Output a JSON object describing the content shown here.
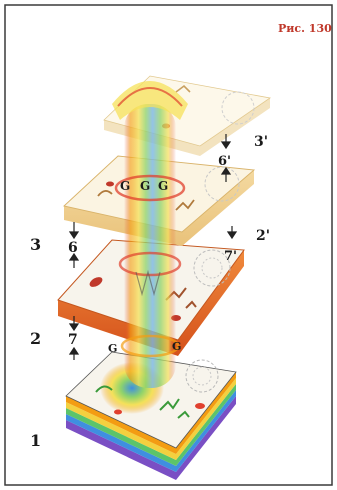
{
  "figure_caption": "Рис. 130",
  "labels": {
    "layer_1": "1",
    "layer_2": "2",
    "layer_3": "3",
    "gap_6": "6",
    "gap_7": "7",
    "gap_6_prime": "6'",
    "gap_7_prime": "7'",
    "layer_2_prime": "2'",
    "layer_3_prime": "3'",
    "marker_g": "G"
  },
  "colors": {
    "caption": "#c0392b",
    "frame": "#3a3a3a",
    "slab_white": "#f7f4ec",
    "slab_orange": "#e8651f",
    "slab_cream": "#f6e3b8",
    "slab_pale": "#fbf1d8",
    "column_blue": "#7ab6e6",
    "column_green": "#8fd36b",
    "column_yellow": "#f5e15a",
    "column_red": "#e0402e",
    "stack_violet": "#7a4fc4",
    "stack_blue": "#3f8fe0",
    "stack_green": "#5cc46a",
    "stack_yellow": "#f4d03f",
    "stack_orange": "#f39c12"
  }
}
